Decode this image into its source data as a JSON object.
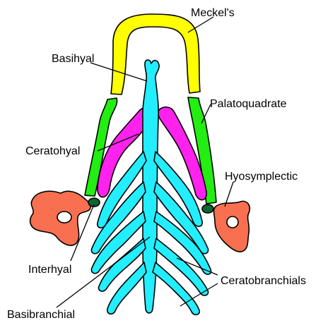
{
  "labels": {
    "meckels": "Meckel's",
    "basihyal": "Basihyal",
    "palatoquadrate": "Palatoquadrate",
    "ceratohyal": "Ceratohyal",
    "hyosymplectic": "Hyosymplectic",
    "interhyal": "Interhyal",
    "ceratobranchials": "Ceratobranchials",
    "basibranchial": "Basibranchial"
  },
  "colors": {
    "meckels": "#ffff00",
    "palatoquadrate": "#22ee11",
    "ceratohyal": "#ff22ee",
    "basibranchial": "#22eeff",
    "hyosymplectic": "#f87050",
    "interhyal": "#0a6630"
  }
}
